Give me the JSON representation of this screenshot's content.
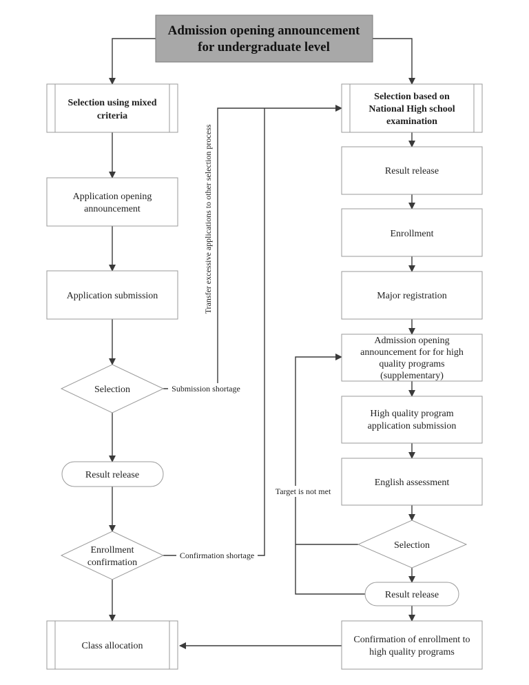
{
  "title": {
    "line1": "Admission opening announcement",
    "line2": "for undergraduate level"
  },
  "left": {
    "mixed_criteria": [
      "Selection using mixed",
      "criteria"
    ],
    "app_opening": [
      "Application opening",
      "announcement"
    ],
    "app_submission": "Application submission",
    "selection": "Selection",
    "result_release": "Result release",
    "enrollment_confirmation": [
      "Enrollment",
      "confirmation"
    ],
    "class_allocation": "Class allocation"
  },
  "right": {
    "national_exam": [
      "Selection based on",
      "National High school",
      "examination"
    ],
    "result_release": "Result release",
    "enrollment": "Enrollment",
    "major_registration": "Major registration",
    "hq_announcement": [
      "Admission opening",
      "announcement for for high",
      "quality programs",
      "(supplementary)"
    ],
    "hq_submission": [
      "High quality program",
      "application submission"
    ],
    "english_assessment": "English assessment",
    "selection": "Selection",
    "result_release_2": "Result release",
    "hq_confirmation": [
      "Confirmation of enrollment to",
      "high quality programs"
    ]
  },
  "edges": {
    "transfer": "Transfer excessive applications to other selection process",
    "submission_shortage": "Submission shortage",
    "confirmation_shortage": "Confirmation shortage",
    "target_not_met": "Target is not met"
  },
  "colors": {
    "title_fill": "#a8a8a8",
    "border": "#9a9a9a",
    "line": "#3a3a3a"
  }
}
